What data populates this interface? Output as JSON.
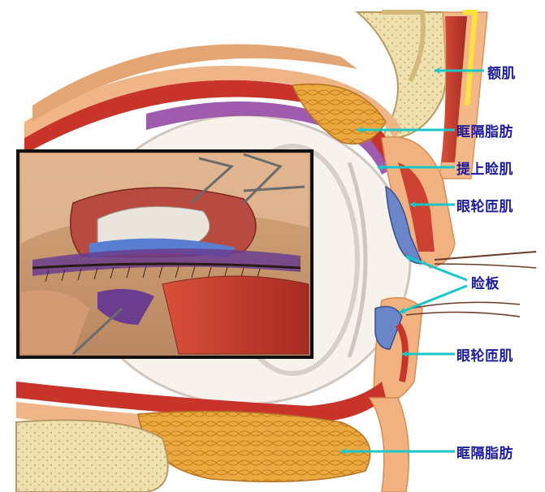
{
  "labels": {
    "frontalis": "额肌",
    "orbital_septum_fat_upper": "眶隔脂肪",
    "levator": "提上睑肌",
    "orbicularis_upper": "眼轮匝肌",
    "tarsus": "睑板",
    "orbicularis_lower": "眼轮匝肌",
    "orbital_septum_fat_lower": "眶隔脂肪"
  },
  "colors": {
    "arrow": "#19c7c7",
    "label": "#1a1aa0",
    "skin": "#f2b27f",
    "bone": "#e8d8a6",
    "fat": "#e9a63b",
    "muscle": "#c83a2e",
    "tarsus": "#6a86c9",
    "inset_border": "#111111"
  }
}
